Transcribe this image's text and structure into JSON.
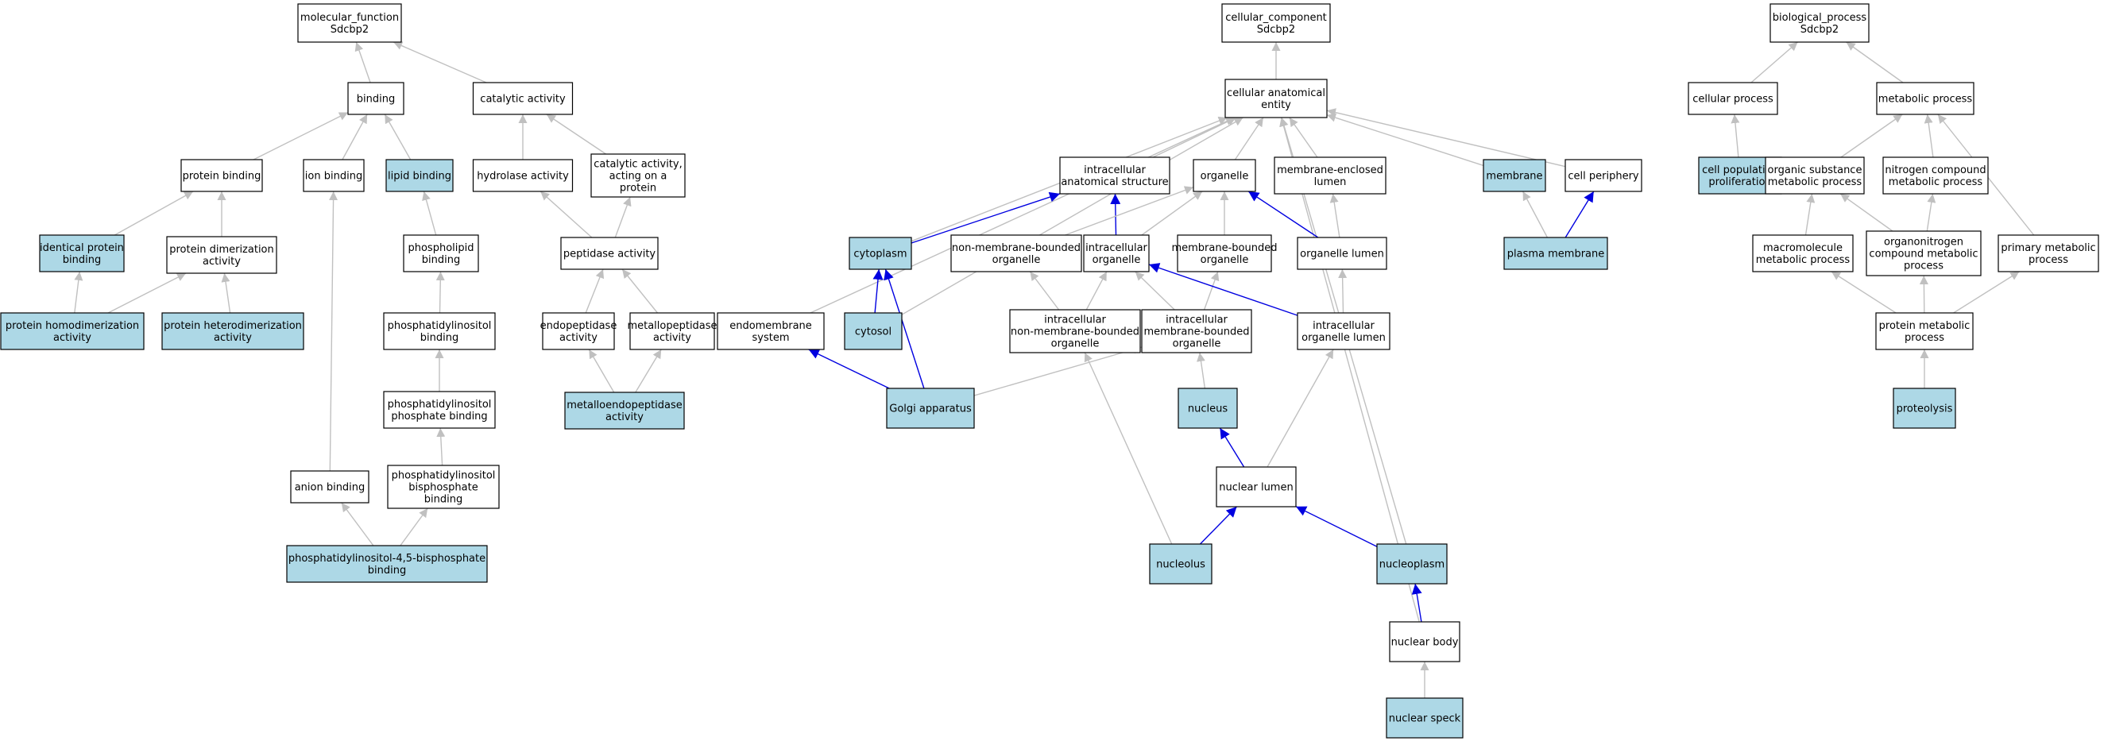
{
  "colors": {
    "node_fill": "#ffffff",
    "highlight_fill": "#add8e6",
    "border": "#000000",
    "edge_default": "#c0c0c0",
    "edge_highlight": "#0000e0"
  },
  "nodes": [
    {
      "id": "mf",
      "lines": [
        "molecular_function",
        "Sdcbp2"
      ],
      "hl": false
    },
    {
      "id": "binding",
      "lines": [
        "binding"
      ],
      "hl": false
    },
    {
      "id": "catalytic",
      "lines": [
        "catalytic activity"
      ],
      "hl": false
    },
    {
      "id": "protbind",
      "lines": [
        "protein binding"
      ],
      "hl": false
    },
    {
      "id": "ionbind",
      "lines": [
        "ion binding"
      ],
      "hl": false
    },
    {
      "id": "lipidbind",
      "lines": [
        "lipid binding"
      ],
      "hl": true
    },
    {
      "id": "hydrolase",
      "lines": [
        "hydrolase activity"
      ],
      "hl": false
    },
    {
      "id": "catprot",
      "lines": [
        "catalytic activity,",
        "acting on a",
        "protein"
      ],
      "hl": false
    },
    {
      "id": "identprot",
      "lines": [
        "identical protein",
        "binding"
      ],
      "hl": true
    },
    {
      "id": "protdimer",
      "lines": [
        "protein dimerization",
        "activity"
      ],
      "hl": false
    },
    {
      "id": "phospholipid",
      "lines": [
        "phospholipid",
        "binding"
      ],
      "hl": false
    },
    {
      "id": "peptidase",
      "lines": [
        "peptidase activity"
      ],
      "hl": false
    },
    {
      "id": "homodimer",
      "lines": [
        "protein homodimerization",
        "activity"
      ],
      "hl": true
    },
    {
      "id": "heterodimer",
      "lines": [
        "protein heterodimerization",
        "activity"
      ],
      "hl": true
    },
    {
      "id": "pibind",
      "lines": [
        "phosphatidylinositol",
        "binding"
      ],
      "hl": false
    },
    {
      "id": "endopep",
      "lines": [
        "endopeptidase",
        "activity"
      ],
      "hl": false
    },
    {
      "id": "metallopep",
      "lines": [
        "metallopeptidase",
        "activity"
      ],
      "hl": false
    },
    {
      "id": "pipbind",
      "lines": [
        "phosphatidylinositol",
        "phosphate binding"
      ],
      "hl": false
    },
    {
      "id": "metalloendo",
      "lines": [
        "metalloendopeptidase",
        "activity"
      ],
      "hl": true
    },
    {
      "id": "anion",
      "lines": [
        "anion binding"
      ],
      "hl": false
    },
    {
      "id": "pibisbind",
      "lines": [
        "phosphatidylinositol",
        "bisphosphate",
        "binding"
      ],
      "hl": false
    },
    {
      "id": "pi45",
      "lines": [
        "phosphatidylinositol-4,5-bisphosphate",
        "binding"
      ],
      "hl": true
    },
    {
      "id": "cc",
      "lines": [
        "cellular_component",
        "Sdcbp2"
      ],
      "hl": false
    },
    {
      "id": "cae",
      "lines": [
        "cellular anatomical",
        "entity"
      ],
      "hl": false
    },
    {
      "id": "ias",
      "lines": [
        "intracellular",
        "anatomical structure"
      ],
      "hl": false
    },
    {
      "id": "organelle",
      "lines": [
        "organelle"
      ],
      "hl": false
    },
    {
      "id": "memencl",
      "lines": [
        "membrane-enclosed",
        "lumen"
      ],
      "hl": false
    },
    {
      "id": "membrane",
      "lines": [
        "membrane"
      ],
      "hl": true
    },
    {
      "id": "cellper",
      "lines": [
        "cell periphery"
      ],
      "hl": false
    },
    {
      "id": "cytoplasm",
      "lines": [
        "cytoplasm"
      ],
      "hl": true
    },
    {
      "id": "nonmemorg",
      "lines": [
        "non-membrane-bounded",
        "organelle"
      ],
      "hl": false
    },
    {
      "id": "intraorg",
      "lines": [
        "intracellular",
        "organelle"
      ],
      "hl": false
    },
    {
      "id": "membound",
      "lines": [
        "membrane-bounded",
        "organelle"
      ],
      "hl": false
    },
    {
      "id": "orglumen",
      "lines": [
        "organelle lumen"
      ],
      "hl": false
    },
    {
      "id": "plasmamem",
      "lines": [
        "plasma membrane"
      ],
      "hl": true
    },
    {
      "id": "endomem",
      "lines": [
        "endomembrane",
        "system"
      ],
      "hl": false
    },
    {
      "id": "cytosol",
      "lines": [
        "cytosol"
      ],
      "hl": true
    },
    {
      "id": "intranonmem",
      "lines": [
        "intracellular",
        "non-membrane-bounded",
        "organelle"
      ],
      "hl": false
    },
    {
      "id": "intramem",
      "lines": [
        "intracellular",
        "membrane-bounded",
        "organelle"
      ],
      "hl": false
    },
    {
      "id": "intraorglumen",
      "lines": [
        "intracellular",
        "organelle lumen"
      ],
      "hl": false
    },
    {
      "id": "golgi",
      "lines": [
        "Golgi apparatus"
      ],
      "hl": true
    },
    {
      "id": "nucleus",
      "lines": [
        "nucleus"
      ],
      "hl": true
    },
    {
      "id": "nuclumen",
      "lines": [
        "nuclear lumen"
      ],
      "hl": false
    },
    {
      "id": "nucleolus",
      "lines": [
        "nucleolus"
      ],
      "hl": true
    },
    {
      "id": "nucleoplasm",
      "lines": [
        "nucleoplasm"
      ],
      "hl": true
    },
    {
      "id": "nucbody",
      "lines": [
        "nuclear body"
      ],
      "hl": false
    },
    {
      "id": "nucspeck",
      "lines": [
        "nuclear speck"
      ],
      "hl": true
    },
    {
      "id": "bp",
      "lines": [
        "biological_process",
        "Sdcbp2"
      ],
      "hl": false
    },
    {
      "id": "cellproc",
      "lines": [
        "cellular process"
      ],
      "hl": false
    },
    {
      "id": "metab",
      "lines": [
        "metabolic process"
      ],
      "hl": false
    },
    {
      "id": "cellprolif",
      "lines": [
        "cell population",
        "proliferation"
      ],
      "hl": true
    },
    {
      "id": "orgsubst",
      "lines": [
        "organic substance",
        "metabolic process"
      ],
      "hl": false
    },
    {
      "id": "nitrogen",
      "lines": [
        "nitrogen compound",
        "metabolic process"
      ],
      "hl": false
    },
    {
      "id": "macromol",
      "lines": [
        "macromolecule",
        "metabolic process"
      ],
      "hl": false
    },
    {
      "id": "organonitro",
      "lines": [
        "organonitrogen",
        "compound metabolic",
        "process"
      ],
      "hl": false
    },
    {
      "id": "primmetab",
      "lines": [
        "primary metabolic",
        "process"
      ],
      "hl": false
    },
    {
      "id": "protmetab",
      "lines": [
        "protein metabolic",
        "process"
      ],
      "hl": false
    },
    {
      "id": "proteolysis",
      "lines": [
        "proteolysis"
      ],
      "hl": true
    }
  ],
  "edges": [
    {
      "from": "binding",
      "to": "mf",
      "hl": false
    },
    {
      "from": "catalytic",
      "to": "mf",
      "hl": false
    },
    {
      "from": "protbind",
      "to": "binding",
      "hl": false
    },
    {
      "from": "ionbind",
      "to": "binding",
      "hl": false
    },
    {
      "from": "lipidbind",
      "to": "binding",
      "hl": false
    },
    {
      "from": "hydrolase",
      "to": "catalytic",
      "hl": false
    },
    {
      "from": "catprot",
      "to": "catalytic",
      "hl": false
    },
    {
      "from": "identprot",
      "to": "protbind",
      "hl": false
    },
    {
      "from": "protdimer",
      "to": "protbind",
      "hl": false
    },
    {
      "from": "homodimer",
      "to": "identprot",
      "hl": false
    },
    {
      "from": "homodimer",
      "to": "protdimer",
      "hl": false
    },
    {
      "from": "heterodimer",
      "to": "protdimer",
      "hl": false
    },
    {
      "from": "phospholipid",
      "to": "lipidbind",
      "hl": false
    },
    {
      "from": "pibind",
      "to": "phospholipid",
      "hl": false
    },
    {
      "from": "pipbind",
      "to": "pibind",
      "hl": false
    },
    {
      "from": "pibisbind",
      "to": "pipbind",
      "hl": false
    },
    {
      "from": "pi45",
      "to": "pibisbind",
      "hl": false
    },
    {
      "from": "pi45",
      "to": "anion",
      "hl": false
    },
    {
      "from": "anion",
      "to": "ionbind",
      "hl": false
    },
    {
      "from": "peptidase",
      "to": "hydrolase",
      "hl": false
    },
    {
      "from": "peptidase",
      "to": "catprot",
      "hl": false
    },
    {
      "from": "endopep",
      "to": "peptidase",
      "hl": false
    },
    {
      "from": "metallopep",
      "to": "peptidase",
      "hl": false
    },
    {
      "from": "metalloendo",
      "to": "endopep",
      "hl": false
    },
    {
      "from": "metalloendo",
      "to": "metallopep",
      "hl": false
    },
    {
      "from": "cae",
      "to": "cc",
      "hl": false
    },
    {
      "from": "ias",
      "to": "cae",
      "hl": false
    },
    {
      "from": "organelle",
      "to": "cae",
      "hl": false
    },
    {
      "from": "memencl",
      "to": "cae",
      "hl": false
    },
    {
      "from": "membrane",
      "to": "cae",
      "hl": false
    },
    {
      "from": "cellper",
      "to": "cae",
      "hl": false
    },
    {
      "from": "cytoplasm",
      "to": "cae",
      "hl": false
    },
    {
      "from": "endomem",
      "to": "cae",
      "hl": false
    },
    {
      "from": "cytosol",
      "to": "cae",
      "hl": false
    },
    {
      "from": "nucleoplasm",
      "to": "cae",
      "hl": false
    },
    {
      "from": "nucbody",
      "to": "cae",
      "hl": false
    },
    {
      "from": "cytoplasm",
      "to": "ias",
      "hl": true
    },
    {
      "from": "intraorg",
      "to": "ias",
      "hl": true
    },
    {
      "from": "nonmemorg",
      "to": "organelle",
      "hl": false
    },
    {
      "from": "intraorg",
      "to": "organelle",
      "hl": false
    },
    {
      "from": "membound",
      "to": "organelle",
      "hl": false
    },
    {
      "from": "orglumen",
      "to": "organelle",
      "hl": true
    },
    {
      "from": "orglumen",
      "to": "memencl",
      "hl": false
    },
    {
      "from": "plasmamem",
      "to": "membrane",
      "hl": false
    },
    {
      "from": "plasmamem",
      "to": "cellper",
      "hl": true
    },
    {
      "from": "cytosol",
      "to": "cytoplasm",
      "hl": true
    },
    {
      "from": "golgi",
      "to": "cytoplasm",
      "hl": true
    },
    {
      "from": "intranonmem",
      "to": "nonmemorg",
      "hl": false
    },
    {
      "from": "intranonmem",
      "to": "intraorg",
      "hl": false
    },
    {
      "from": "intramem",
      "to": "intraorg",
      "hl": false
    },
    {
      "from": "intramem",
      "to": "membound",
      "hl": false
    },
    {
      "from": "intraorglumen",
      "to": "intraorg",
      "hl": true
    },
    {
      "from": "intraorglumen",
      "to": "orglumen",
      "hl": false
    },
    {
      "from": "golgi",
      "to": "endomem",
      "hl": true
    },
    {
      "from": "golgi",
      "to": "intramem",
      "hl": false
    },
    {
      "from": "nucleus",
      "to": "intramem",
      "hl": false
    },
    {
      "from": "nuclumen",
      "to": "nucleus",
      "hl": true
    },
    {
      "from": "nuclumen",
      "to": "intraorglumen",
      "hl": false
    },
    {
      "from": "nucleolus",
      "to": "nuclumen",
      "hl": true
    },
    {
      "from": "nucleolus",
      "to": "intranonmem",
      "hl": false
    },
    {
      "from": "nucleoplasm",
      "to": "nuclumen",
      "hl": true
    },
    {
      "from": "nucbody",
      "to": "nucleoplasm",
      "hl": true
    },
    {
      "from": "nucspeck",
      "to": "nucbody",
      "hl": false
    },
    {
      "from": "cellproc",
      "to": "bp",
      "hl": false
    },
    {
      "from": "metab",
      "to": "bp",
      "hl": false
    },
    {
      "from": "cellprolif",
      "to": "cellproc",
      "hl": false
    },
    {
      "from": "orgsubst",
      "to": "metab",
      "hl": false
    },
    {
      "from": "nitrogen",
      "to": "metab",
      "hl": false
    },
    {
      "from": "primmetab",
      "to": "metab",
      "hl": false
    },
    {
      "from": "macromol",
      "to": "orgsubst",
      "hl": false
    },
    {
      "from": "organonitro",
      "to": "orgsubst",
      "hl": false
    },
    {
      "from": "organonitro",
      "to": "nitrogen",
      "hl": false
    },
    {
      "from": "protmetab",
      "to": "macromol",
      "hl": false
    },
    {
      "from": "protmetab",
      "to": "organonitro",
      "hl": false
    },
    {
      "from": "protmetab",
      "to": "primmetab",
      "hl": false
    },
    {
      "from": "proteolysis",
      "to": "protmetab",
      "hl": false
    }
  ]
}
